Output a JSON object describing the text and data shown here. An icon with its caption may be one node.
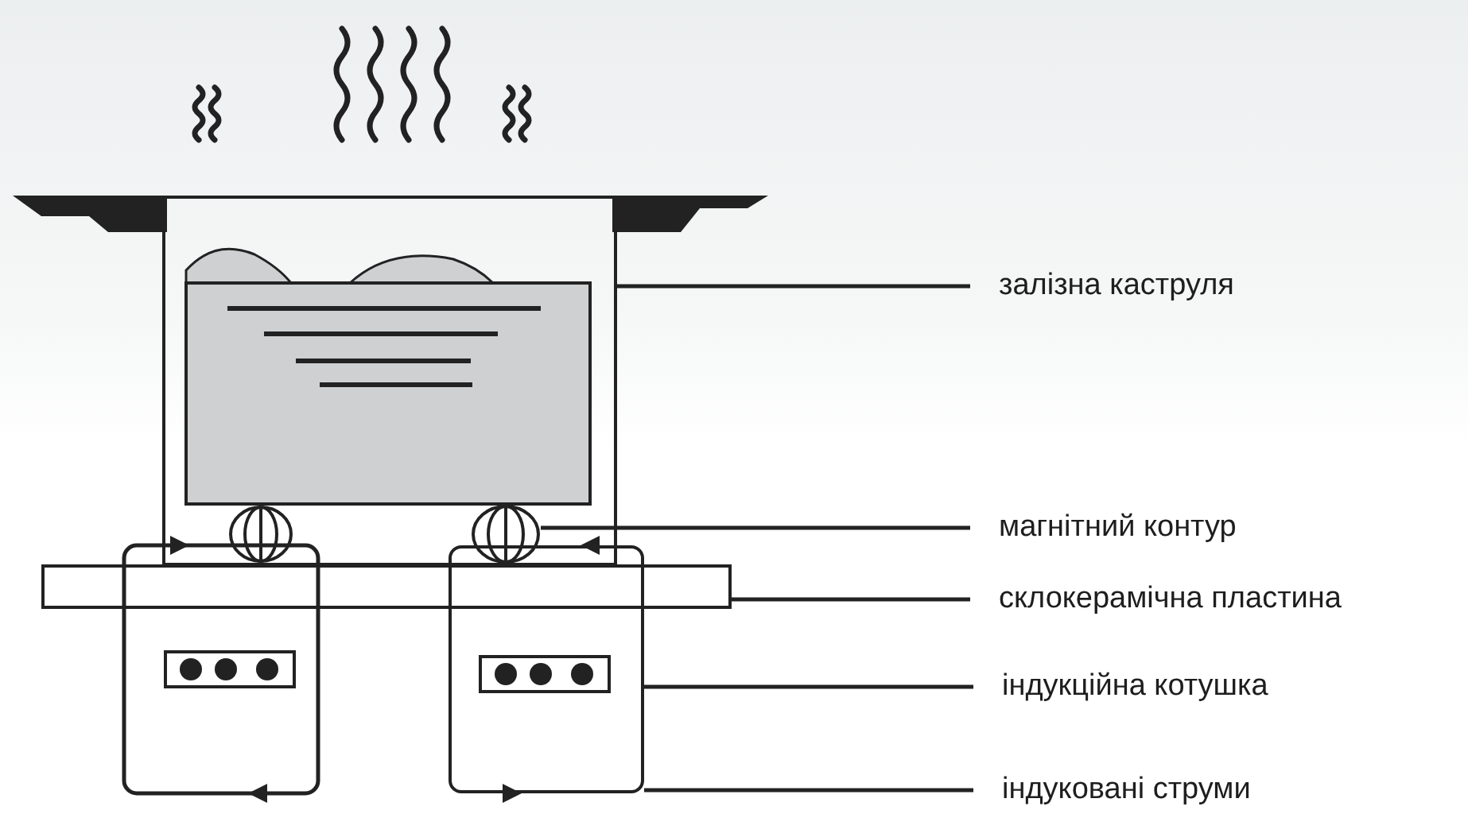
{
  "diagram": {
    "nodes": [
      {
        "text": [
          "залізна каструля"
        ]
      },
      {
        "text": [
          "магнітний контур"
        ]
      },
      {
        "text": [
          "склокерамічна пластина"
        ]
      },
      {
        "text": [
          "індукційна котушка"
        ]
      },
      {
        "text": [
          "індуковані струми"
        ]
      },
      {
        "text": [],
        "shape": "box"
      },
      {
        "text": [],
        "shape": "coil",
        "in": 5
      },
      {
        "text": [],
        "shape": "bar"
      },
      {
        "text": [],
        "shape": "box"
      }
    ],
    "edges": [
      {
        "from": 0,
        "to": 5,
        "arrow": "none"
      },
      {
        "from": 1,
        "to": 6,
        "arrow": "none"
      },
      {
        "from": 2,
        "to": 7,
        "arrow": "none"
      },
      {
        "from": 3,
        "to": 8,
        "arrow": "none"
      },
      {
        "from": 4,
        "to": 8,
        "arrow": "none"
      }
    ]
  }
}
